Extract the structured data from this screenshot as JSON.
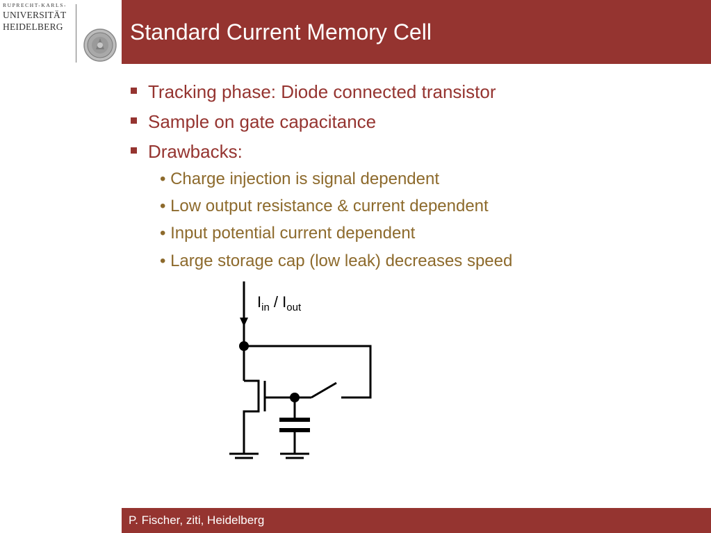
{
  "logo": {
    "line1": "RUPRECHT-KARLS-",
    "line2": "UNIVERSITÄT",
    "line3": "HEIDELBERG",
    "seal_icon": "university-seal-icon"
  },
  "slide": {
    "title": "Standard Current Memory Cell",
    "bullets": [
      "Tracking phase: Diode connected transistor",
      "Sample on gate capacitance",
      "Drawbacks:"
    ],
    "sub_bullets": [
      "• Charge injection is signal dependent",
      "• Low output resistance & current dependent",
      "• Input potential current dependent",
      "• Large storage cap (low leak) decreases speed"
    ]
  },
  "circuit": {
    "label_main_1": "I",
    "label_sub_1": "in",
    "label_sep": " / ",
    "label_main_2": "I",
    "label_sub_2": "out"
  },
  "footer": {
    "text": "P. Fischer, ziti, Heidelberg"
  },
  "colors": {
    "accent": "#953430",
    "sub_text": "#8d6a2c"
  }
}
